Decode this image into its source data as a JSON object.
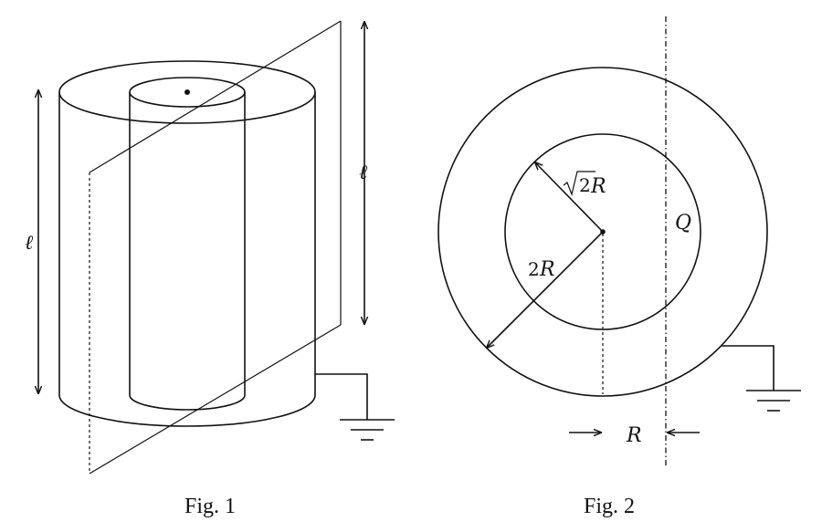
{
  "fig1": {
    "caption": "Fig. 1",
    "length_label_left": "ℓ",
    "length_label_right": "ℓ"
  },
  "fig2": {
    "caption": "Fig. 2",
    "inner_radius_root": "√2",
    "inner_radius_var": "R",
    "outer_radius_coef": "2",
    "outer_radius_var": "R",
    "charge_label": "Q",
    "offset_label": "R"
  }
}
